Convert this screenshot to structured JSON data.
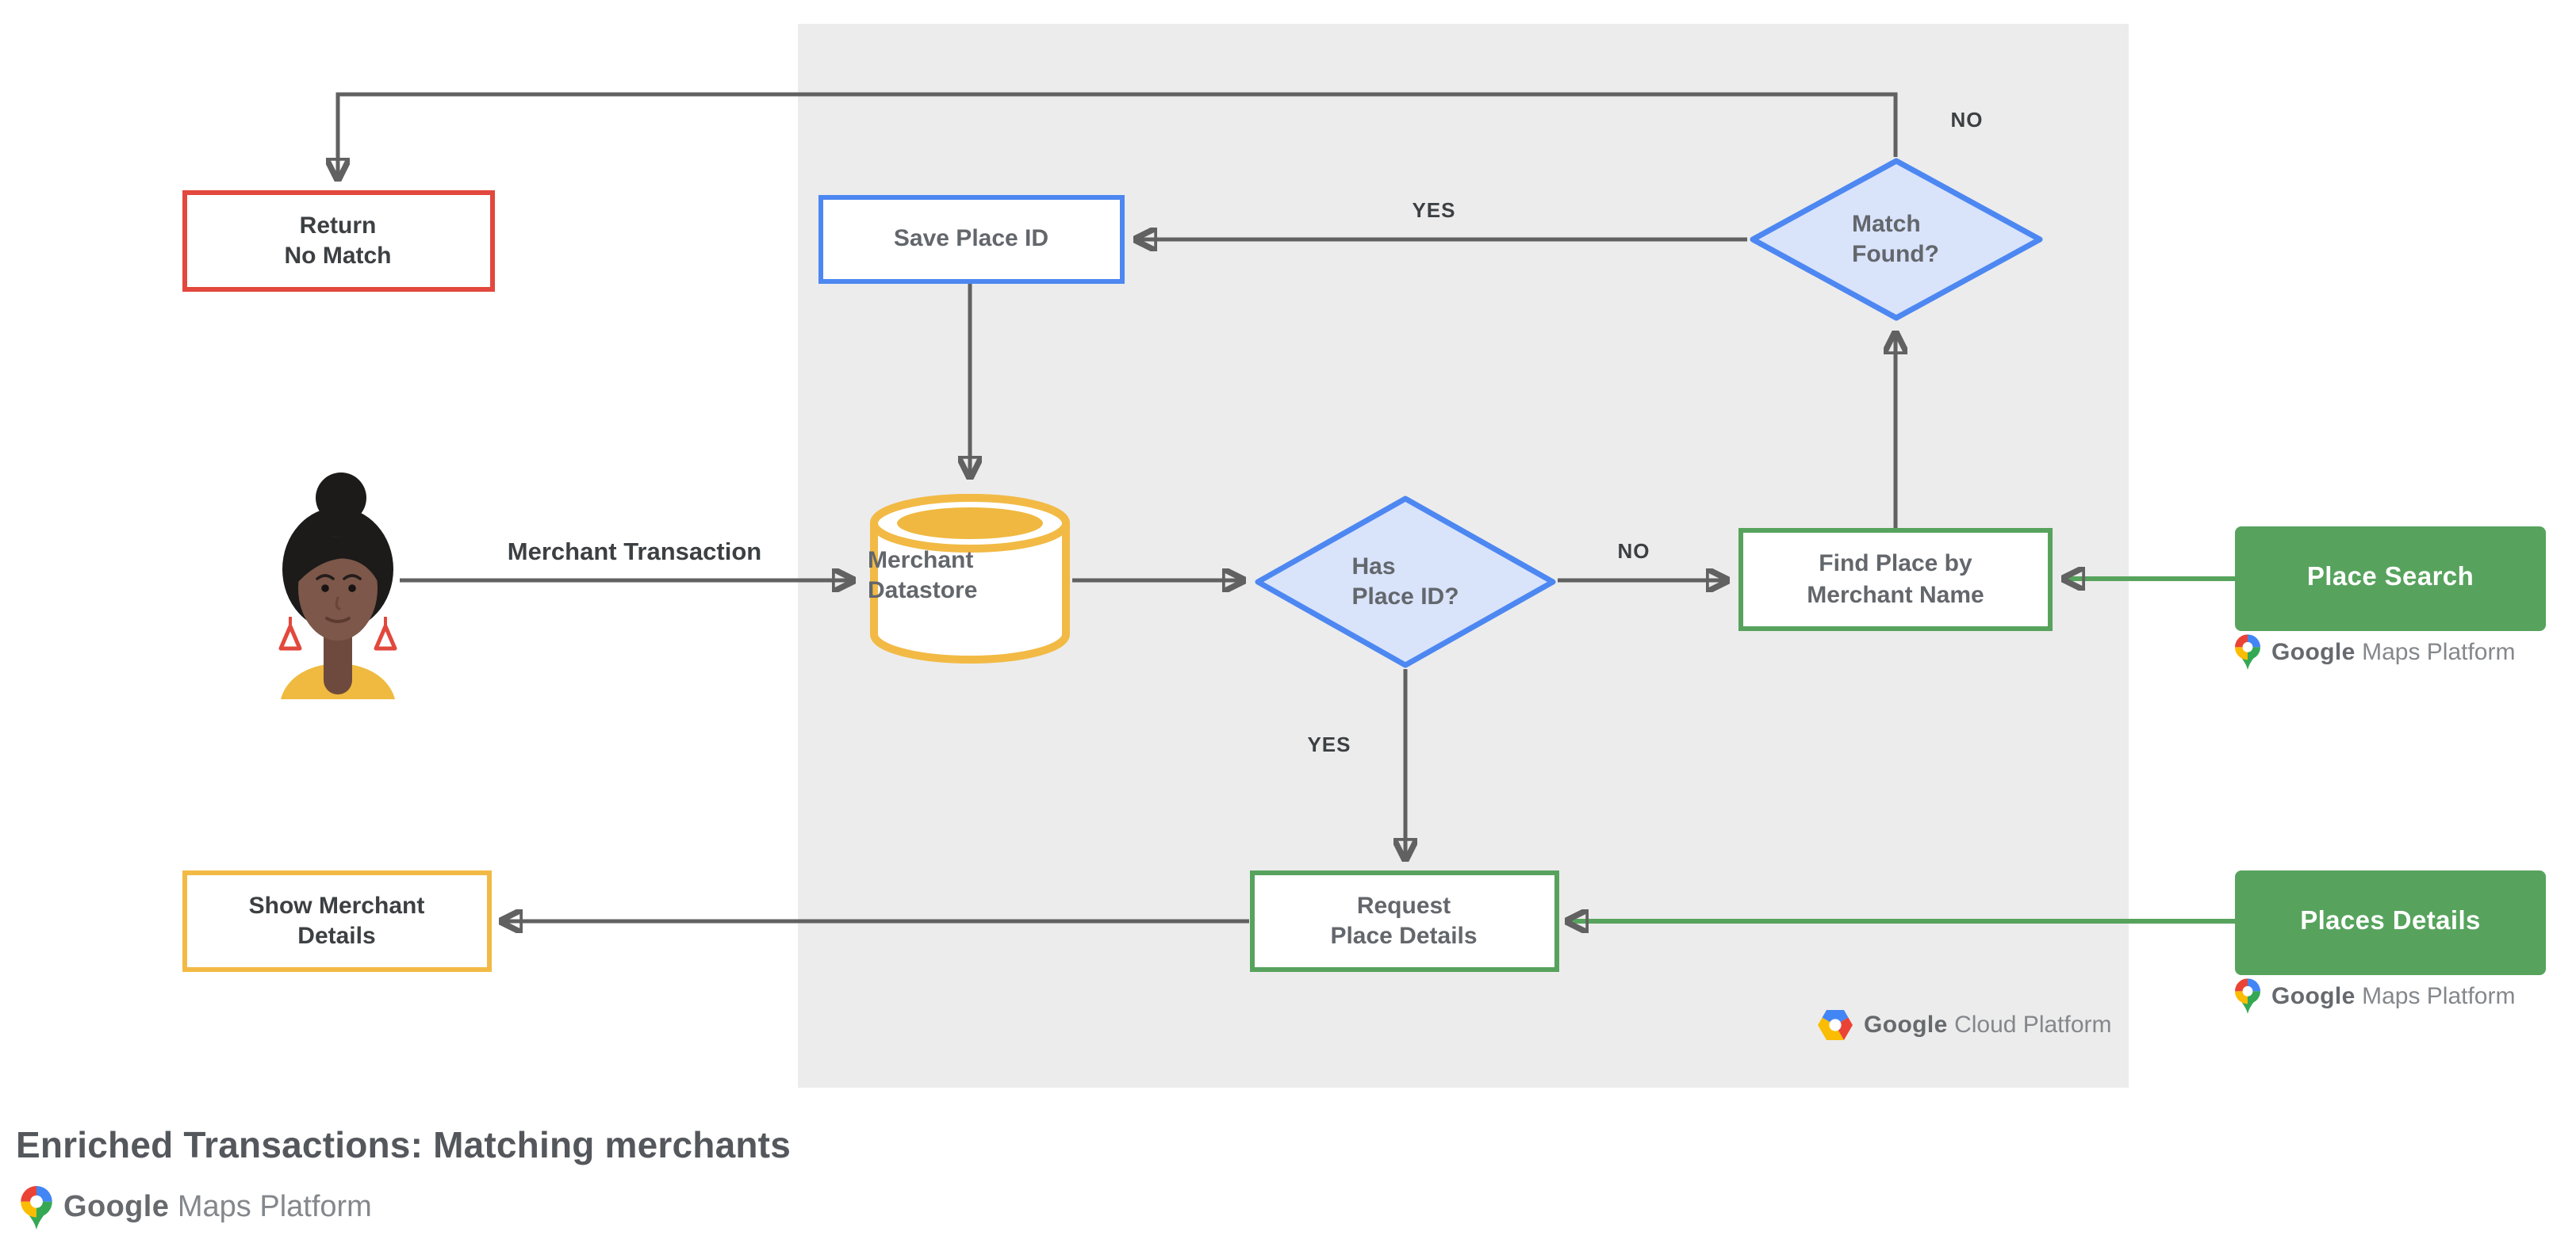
{
  "title": "Enriched Transactions: Matching merchants",
  "nodes": {
    "return_no_match": "Return\nNo Match",
    "save_place_id": "Save Place ID",
    "match_found": "Match\nFound?",
    "merchant_datastore": "Merchant\nDatastore",
    "has_place_id": "Has\nPlace ID?",
    "find_place_by_merchant_name": "Find Place by\nMerchant Name",
    "place_search": "Place Search",
    "request_place_details": "Request\nPlace Details",
    "places_details": "Places Details",
    "show_merchant_details": "Show Merchant\nDetails"
  },
  "edge_labels": {
    "match_found_no": "NO",
    "match_found_yes": "YES",
    "has_place_id_no": "NO",
    "has_place_id_yes": "YES"
  },
  "flow_label": "Merchant Transaction",
  "logos": {
    "gmp_google": "Google",
    "gmp_rest": " Maps Platform",
    "gcp_google": "Google",
    "gcp_rest": " Cloud Platform"
  },
  "colors": {
    "red": "#E2483D",
    "blue": "#4D87F1",
    "blue_fill": "#D9E3FA",
    "yellow": "#F2BA45",
    "yellow_fill": "#F0B840",
    "green": "#57A35D",
    "line": "#616161",
    "panel": "#ECECEC",
    "pin_red": "#EA4335",
    "pin_blue": "#4285F4",
    "pin_yellow": "#FBBC04",
    "pin_green": "#34A853",
    "skin": "#7D5749",
    "skin_dark": "#6E4A3E",
    "hair": "#1C1B1A",
    "shirt": "#EFBA3F"
  }
}
